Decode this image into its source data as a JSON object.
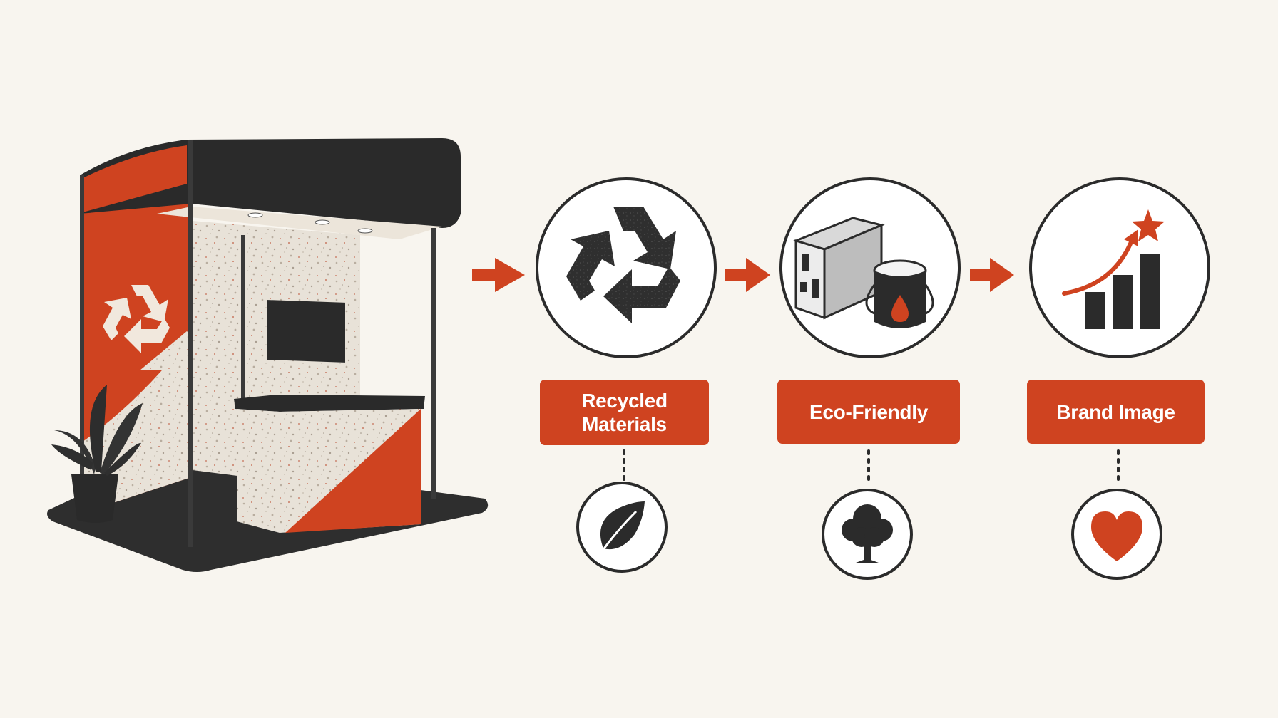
{
  "colors": {
    "background": "#f8f5ef",
    "accent": "#cf4320",
    "dark": "#2b2b2b",
    "speckle": "#e6e0d6"
  },
  "booth": {
    "icon": "recycle-icon"
  },
  "steps": [
    {
      "id": "recycled",
      "icon": "recycle-icon",
      "label_lines": [
        "Recycled",
        "Materials"
      ],
      "sub_icon": "leaf-icon"
    },
    {
      "id": "eco",
      "icon": "aluminum-profile-and-paint-can-icon",
      "label_lines": [
        "Eco-Friendly"
      ],
      "sub_icon": "tree-icon"
    },
    {
      "id": "brand",
      "icon": "growth-chart-star-icon",
      "label_lines": [
        "Brand Image"
      ],
      "sub_icon": "heart-icon"
    }
  ]
}
